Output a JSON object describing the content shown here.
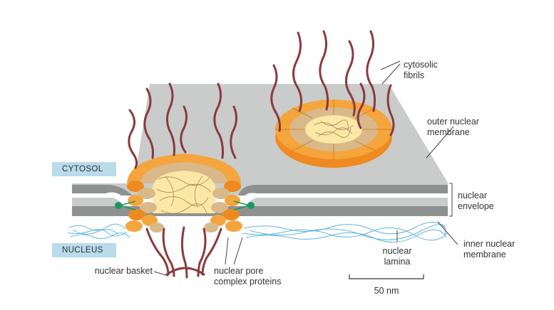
{
  "labels": {
    "cytosol": "CYTOSOL",
    "nucleus": "NUCLEUS",
    "cytosolic_fibrils": "cytosolic\nfibrils",
    "outer_nuclear_membrane": "outer nuclear\nmembrane",
    "nuclear_envelope": "nuclear\nenvelope",
    "inner_nuclear_membrane": "inner nuclear\nmembrane",
    "nuclear_lamina": "nuclear\nlamina",
    "nuclear_basket": "nuclear basket",
    "nuclear_pore_complex_proteins": "nuclear pore\ncomplex proteins",
    "scale_bar": "50 nm"
  },
  "colors": {
    "membrane_top": "#c9ccca",
    "membrane_side": "#8e918f",
    "box_fill": "#b9dbea",
    "fibril": "#8a3a3f",
    "orange_light": "#f8c978",
    "orange": "#f4a53c",
    "orange_dark": "#ee8a1f",
    "tan": "#d9b98a",
    "cream": "#fbe8a6",
    "lamina": "#5fb6e0",
    "green": "#1a9a5a",
    "leader": "#444444"
  }
}
